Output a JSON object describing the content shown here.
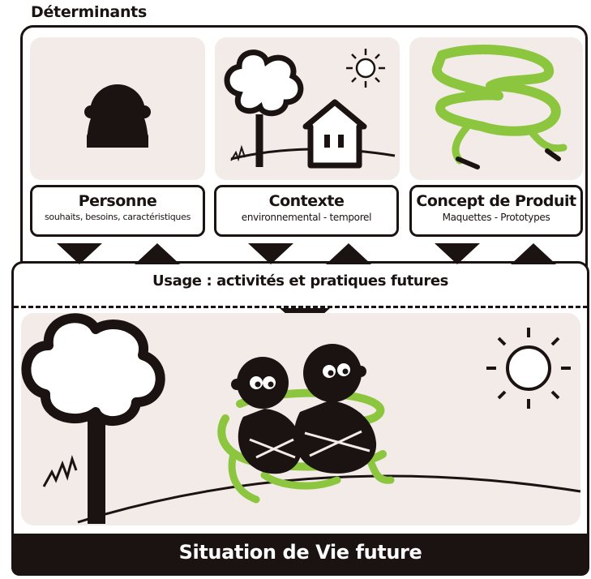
{
  "title": "Déterminants",
  "determinants": [
    {
      "title": "Personne",
      "subtitle": "souhaits, besoins, caractéristiques"
    },
    {
      "title": "Contexte",
      "subtitle": "environnemental - temporel"
    },
    {
      "title": "Concept de Produit",
      "subtitle": "Maquettes - Prototypes"
    }
  ],
  "usage": "Usage : activités et pratiques futures",
  "footer": "Situation de Vie future",
  "colors": {
    "dark": "#1a1311",
    "panel": "#f2ebe8",
    "green": "#8cc63f"
  },
  "icons": [
    "person-icon",
    "tree-icon",
    "sun-icon",
    "house-icon",
    "chair-concept-icon",
    "couple-on-chair-icon"
  ]
}
